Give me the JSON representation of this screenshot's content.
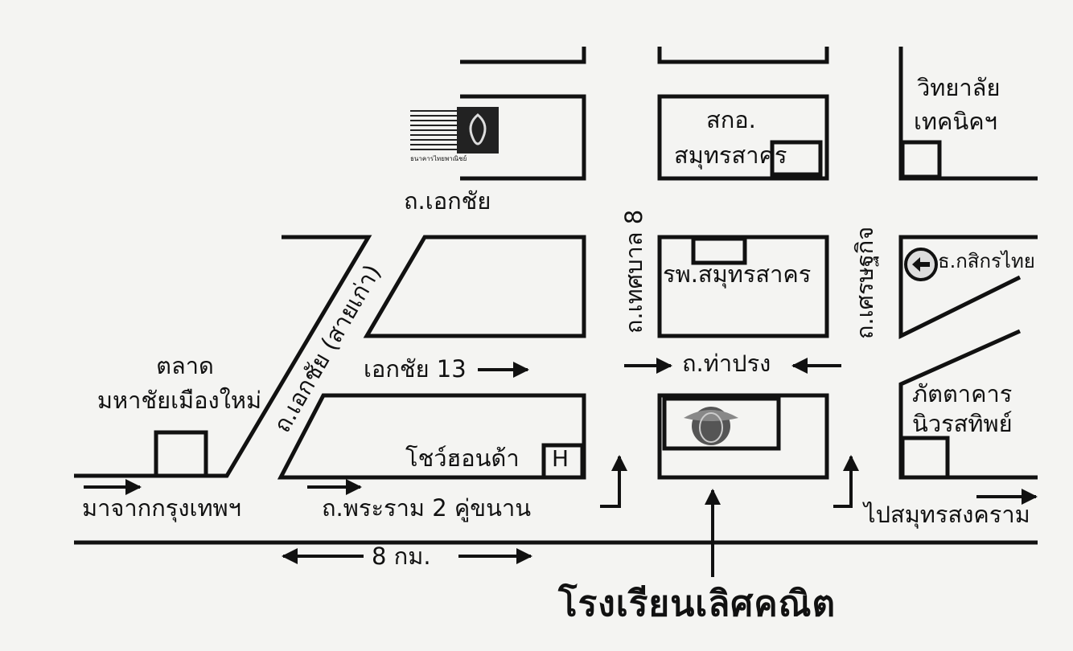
{
  "labels": {
    "road_ekachai": "ถ.เอกชัย",
    "road_ekachai_old": "ถ.เอกชัย (สายเก่า)",
    "soi_ekachai13": "เอกชัย 13",
    "road_tessaban8": "ถ.เทศบาล 8",
    "road_tha_prong": "ถ.ท่าปรง",
    "road_setthakit": "ถ.เศรษฐกิจ",
    "road_rama2": "ถ.พระราม 2 คู่ขนาน",
    "from_bangkok": "มาจากกรุงเทพฯ",
    "to_samut_songkhram": "ไปสมุทรสงคราม",
    "distance": "8 กม.",
    "market_line1": "ตลาด",
    "market_line2": "มหาชัยเมืองใหม่",
    "showroom": "โชว์ฮอนด้า",
    "hotel_mark": "H",
    "sko_line1": "สกอ.",
    "sko_line2": "สมุทรสาคร",
    "hospital": "รพ.สมุทรสาคร",
    "college_line1": "วิทยาลัย",
    "college_line2": "เทคนิคฯ",
    "kbank": "ธ.กสิกรไทย",
    "restaurant_line1": "ภัตตาคาร",
    "restaurant_line2": "นิวรสทิพย์",
    "school": "โรงเรียนเลิศคณิต",
    "scb_caption": "ธนาคารไทยพาณิชย์"
  },
  "colors": {
    "ink": "#111111",
    "paper": "#f4f4f2"
  },
  "icons": [
    "scb-logo-icon",
    "kbank-logo-icon",
    "school-logo-icon",
    "hotel-icon"
  ]
}
